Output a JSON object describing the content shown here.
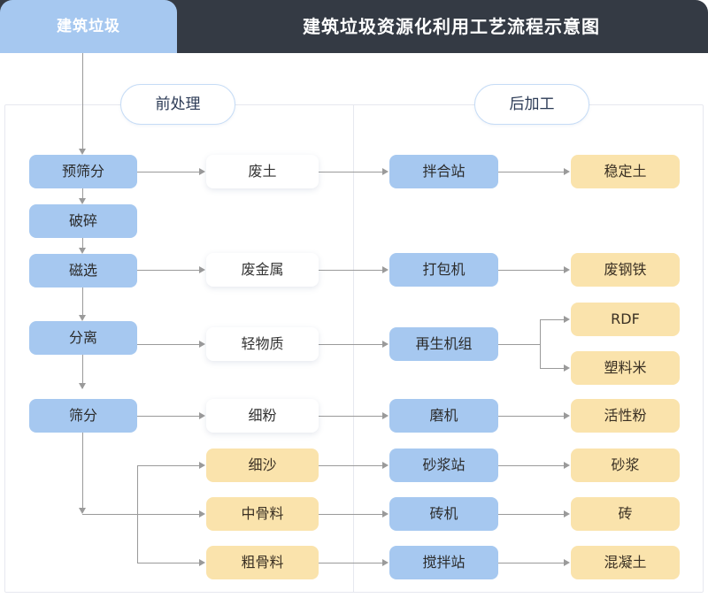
{
  "header": {
    "source_tab_label": "建筑垃圾",
    "title": "建筑垃圾资源化利用工艺流程示意图",
    "bar_color": "#343a44",
    "tab_color": "#a6c8f0"
  },
  "sections": {
    "pre_label": "前处理",
    "post_label": "后加工"
  },
  "palette": {
    "process_blue": "#a6c8f0",
    "product_white": "#ffffff",
    "product_amber": "#fae3ac",
    "connector_gray": "#9a9a9a",
    "frame_gray": "#e6e8ef"
  },
  "nodes": {
    "process": [
      {
        "id": "pre-screen",
        "label": "预筛分"
      },
      {
        "id": "crush",
        "label": "破碎"
      },
      {
        "id": "magnetic",
        "label": "磁选"
      },
      {
        "id": "separate",
        "label": "分离"
      },
      {
        "id": "screen",
        "label": "筛分"
      }
    ],
    "intermediate": [
      {
        "id": "waste-soil",
        "label": "废土",
        "style": "white"
      },
      {
        "id": "waste-metal",
        "label": "废金属",
        "style": "white"
      },
      {
        "id": "light-matter",
        "label": "轻物质",
        "style": "white"
      },
      {
        "id": "fine-powder",
        "label": "细粉",
        "style": "white"
      },
      {
        "id": "fine-sand",
        "label": "细沙",
        "style": "amber"
      },
      {
        "id": "mid-agg",
        "label": "中骨料",
        "style": "amber"
      },
      {
        "id": "coarse-agg",
        "label": "粗骨料",
        "style": "amber"
      }
    ],
    "equipment": [
      {
        "id": "mixing-station",
        "label": "拌合站"
      },
      {
        "id": "baler",
        "label": "打包机"
      },
      {
        "id": "recycle-unit",
        "label": "再生机组"
      },
      {
        "id": "mill",
        "label": "磨机"
      },
      {
        "id": "mortar-station",
        "label": "砂浆站"
      },
      {
        "id": "brick-machine",
        "label": "砖机"
      },
      {
        "id": "batch-plant",
        "label": "搅拌站"
      }
    ],
    "products": [
      {
        "id": "stabilized-soil",
        "label": "稳定土"
      },
      {
        "id": "scrap-steel",
        "label": "废钢铁"
      },
      {
        "id": "rdf",
        "label": "RDF"
      },
      {
        "id": "plastic-pellet",
        "label": "塑料米"
      },
      {
        "id": "active-powder",
        "label": "活性粉"
      },
      {
        "id": "mortar",
        "label": "砂浆"
      },
      {
        "id": "brick",
        "label": "砖"
      },
      {
        "id": "concrete",
        "label": "混凝土"
      }
    ]
  }
}
